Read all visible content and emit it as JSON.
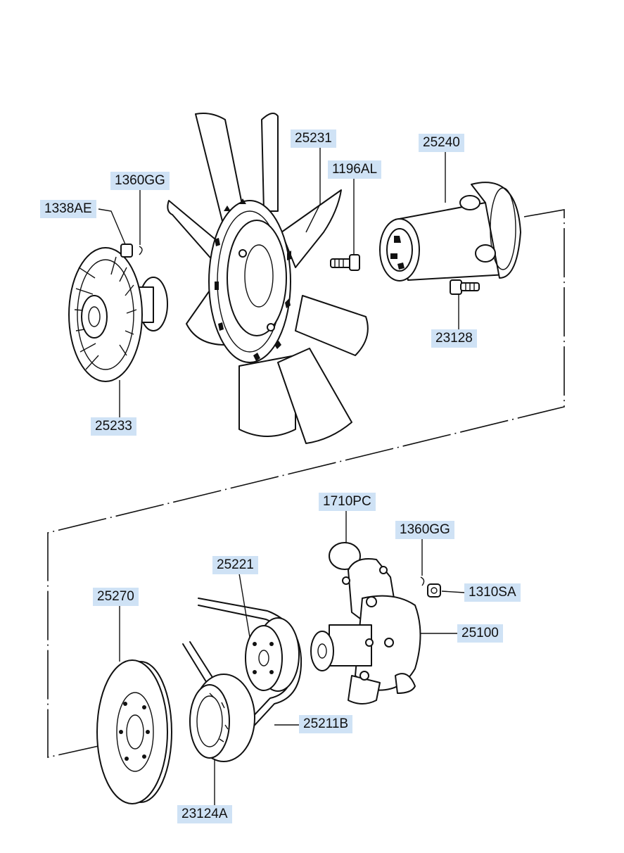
{
  "parts": [
    {
      "id": "p1",
      "number": "25231"
    },
    {
      "id": "p2",
      "number": "25240"
    },
    {
      "id": "p3",
      "number": "1196AL"
    },
    {
      "id": "p4",
      "number": "1360GG"
    },
    {
      "id": "p5",
      "number": "1338AE"
    },
    {
      "id": "p6",
      "number": "23128"
    },
    {
      "id": "p7",
      "number": "25233"
    },
    {
      "id": "p8",
      "number": "1710PC"
    },
    {
      "id": "p9",
      "number": "1360GG"
    },
    {
      "id": "p10",
      "number": "25221"
    },
    {
      "id": "p11",
      "number": "1310SA"
    },
    {
      "id": "p12",
      "number": "25270"
    },
    {
      "id": "p13",
      "number": "25100"
    },
    {
      "id": "p14",
      "number": "25211B"
    },
    {
      "id": "p15",
      "number": "23124A"
    }
  ]
}
